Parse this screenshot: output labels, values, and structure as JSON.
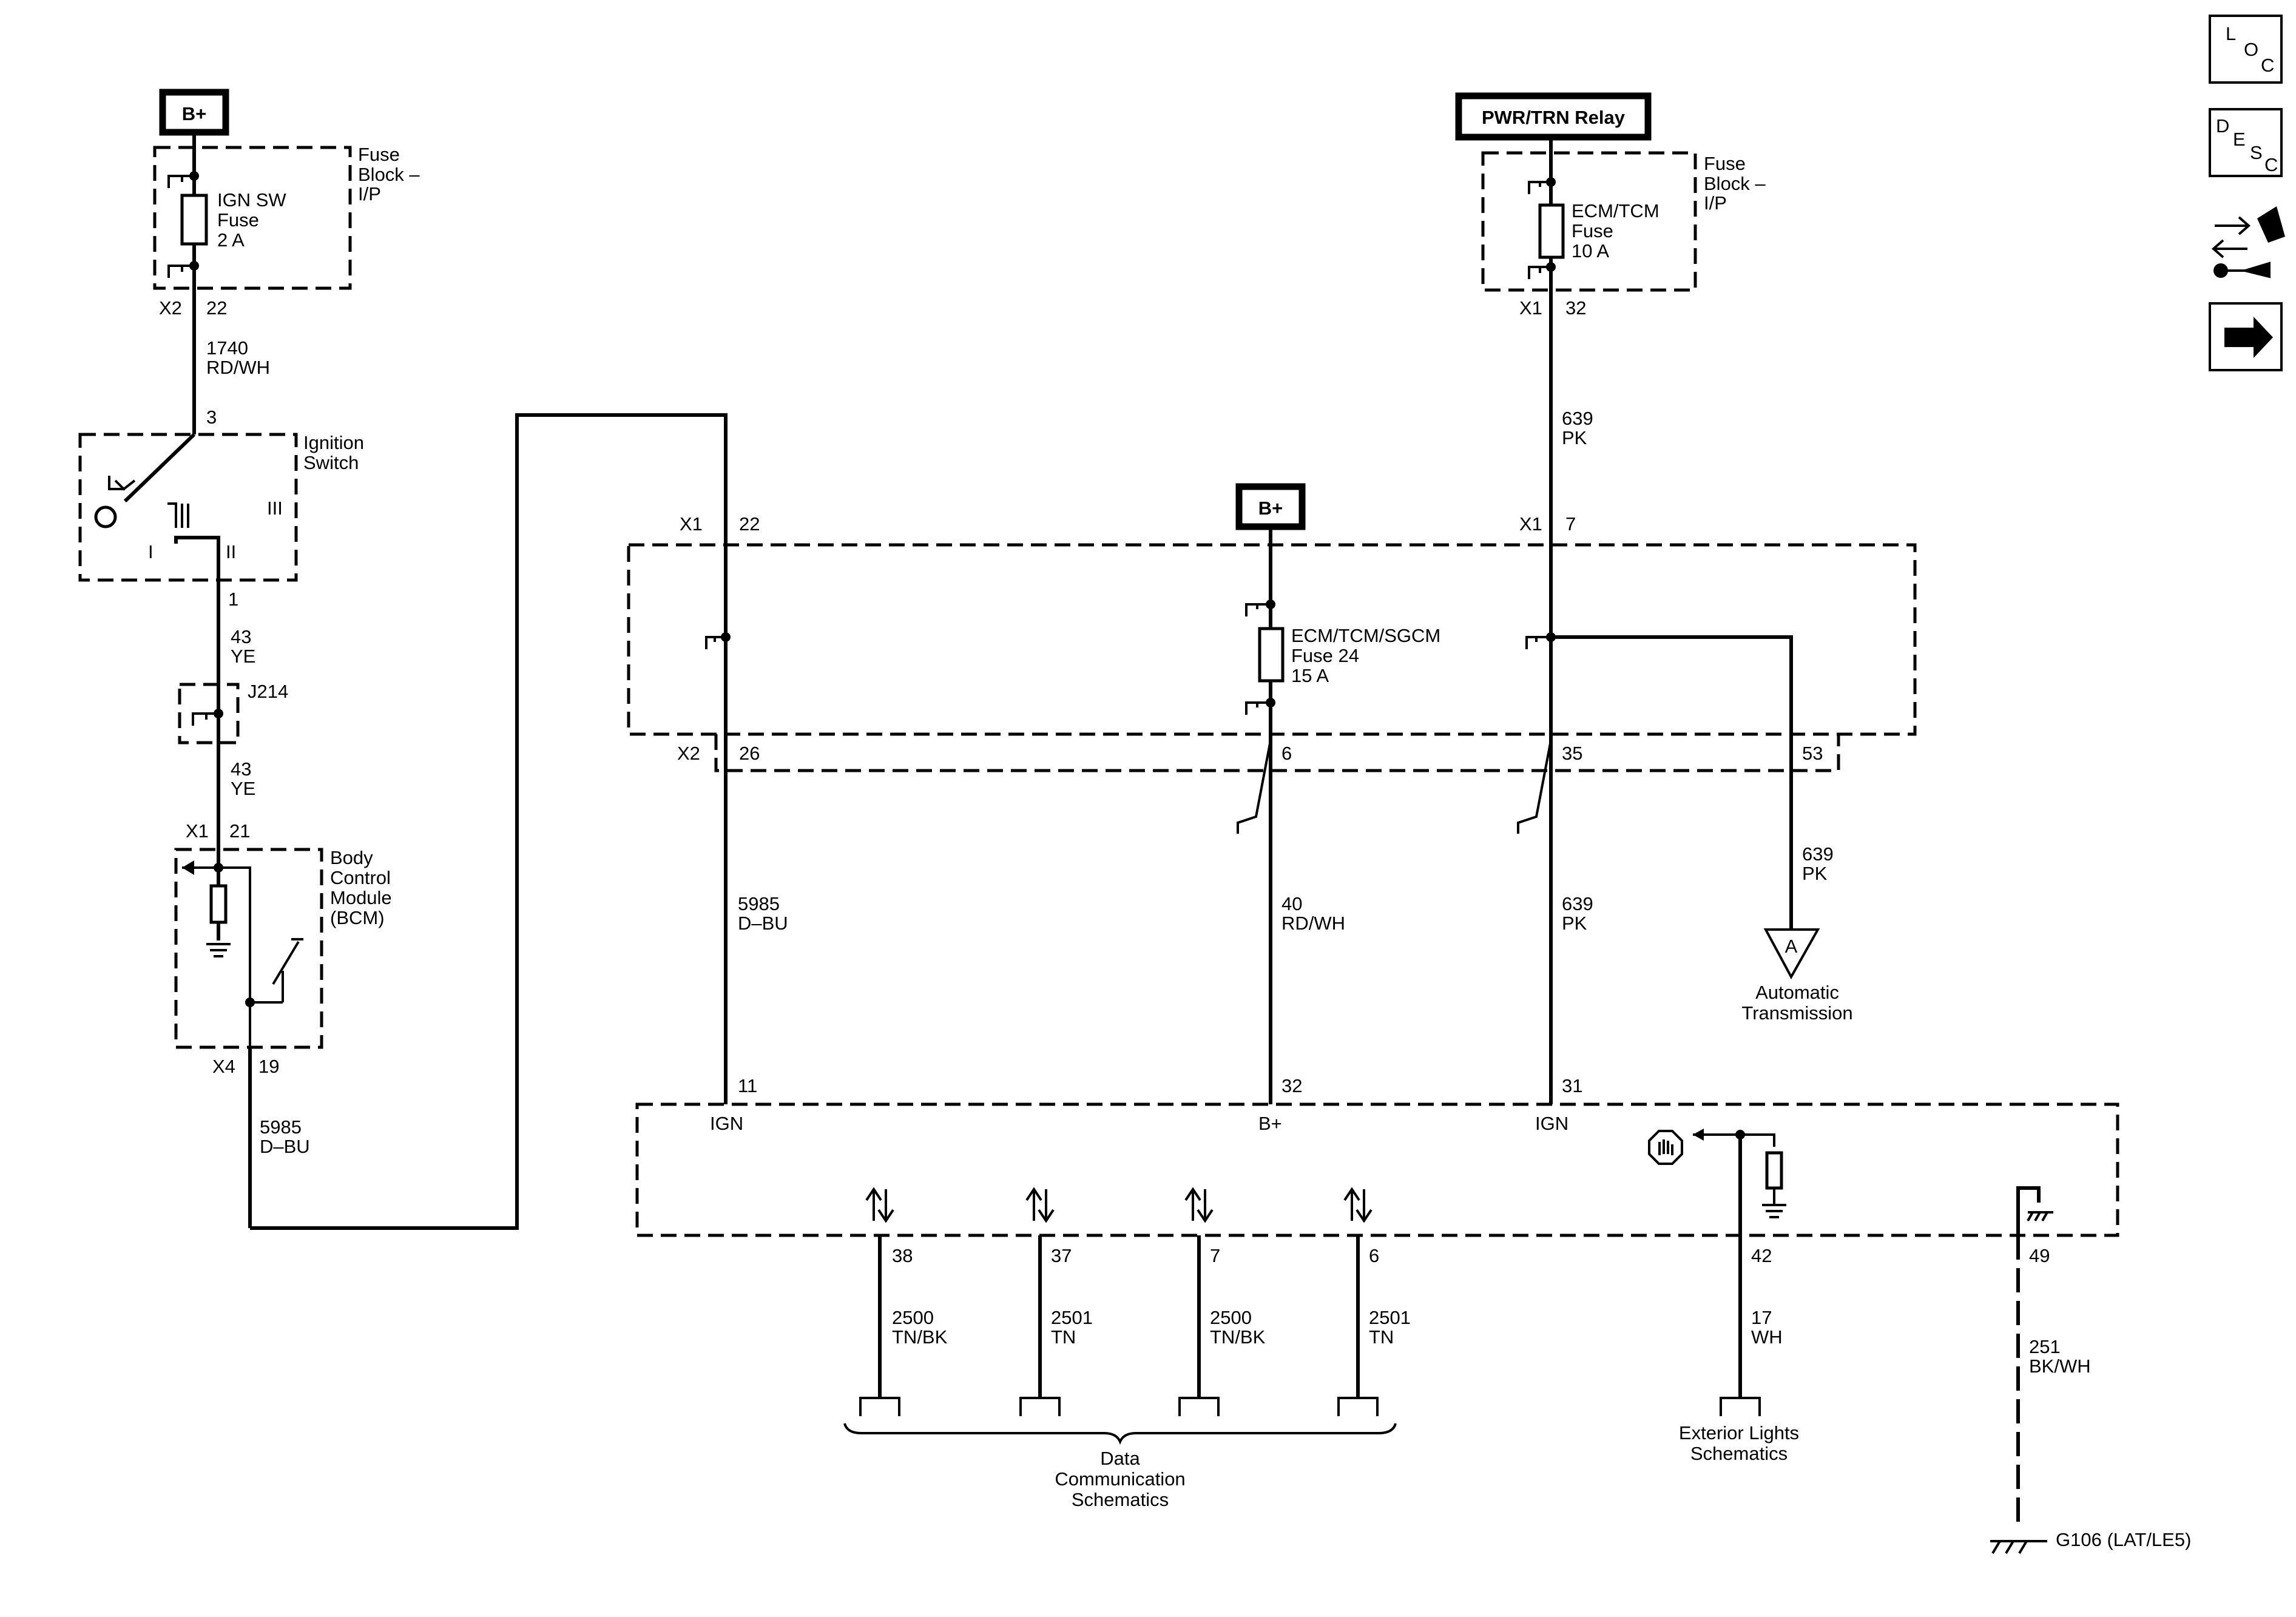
{
  "labels": {
    "bplus_top": "B+",
    "bplus_mid": "B+",
    "pwr_relay": "PWR/TRN Relay",
    "fuse_block_left": [
      "Fuse",
      "Block –",
      "I/P"
    ],
    "ign_fuse": [
      "IGN SW",
      "Fuse",
      "2 A"
    ],
    "fuse_block_right": [
      "Fuse",
      "Block –",
      "I/P"
    ],
    "ecm_fuse": [
      "ECM/TCM",
      "Fuse",
      "10 A"
    ],
    "ign_switch": [
      "Ignition",
      "Switch"
    ],
    "sw_pos_1": "I",
    "sw_pos_2": "II",
    "sw_pos_3": "III",
    "j214": "J214",
    "bcm": [
      "Body",
      "Control",
      "Module",
      "(BCM)"
    ],
    "fuse24": [
      "ECM/TCM/SGCM",
      "Fuse 24",
      "15 A"
    ],
    "auto_trans": [
      "Automatic",
      "Transmission"
    ],
    "conn_a": "A",
    "data_comm": [
      "Data",
      "Communication",
      "Schematics"
    ],
    "ext_lights": [
      "Exterior Lights",
      "Schematics"
    ],
    "ground": "G106 (LAT/LE5)",
    "ign_1": "IGN",
    "bplus_pin": "B+",
    "ign_2": "IGN"
  },
  "pins": {
    "x2": "X2",
    "p22a": "22",
    "p3": "3",
    "p1": "1",
    "x1a": "X1",
    "p21": "21",
    "x4": "X4",
    "p19": "19",
    "x1b": "X1",
    "p32a": "32",
    "x1c": "X1",
    "p22b": "22",
    "x1d": "X1",
    "p7a": "7",
    "x2b": "X2",
    "p26": "26",
    "p6a": "6",
    "p35": "35",
    "p53": "53",
    "p11": "11",
    "p32b": "32",
    "p31": "31",
    "p38": "38",
    "p37": "37",
    "p7b": "7",
    "p6b": "6",
    "p42": "42",
    "p49": "49"
  },
  "wires": {
    "w1740": [
      "1740",
      "RD/WH"
    ],
    "w43a": [
      "43",
      "YE"
    ],
    "w43b": [
      "43",
      "YE"
    ],
    "w5985a": [
      "5985",
      "D–BU"
    ],
    "w639a": [
      "639",
      "PK"
    ],
    "w5985b": [
      "5985",
      "D–BU"
    ],
    "w40": [
      "40",
      "RD/WH"
    ],
    "w639b": [
      "639",
      "PK"
    ],
    "w639c": [
      "639",
      "PK"
    ],
    "w2500a": [
      "2500",
      "TN/BK"
    ],
    "w2501a": [
      "2501",
      "TN"
    ],
    "w2500b": [
      "2500",
      "TN/BK"
    ],
    "w2501b": [
      "2501",
      "TN"
    ],
    "w17": [
      "17",
      "WH"
    ],
    "w251": [
      "251",
      "BK/WH"
    ]
  },
  "nav": {
    "loc": [
      "L",
      "O",
      "C"
    ],
    "desc": [
      "D",
      "E",
      "S",
      "C"
    ],
    "connector_icon": "connector-icon",
    "next_icon": "arrow-right-icon"
  }
}
